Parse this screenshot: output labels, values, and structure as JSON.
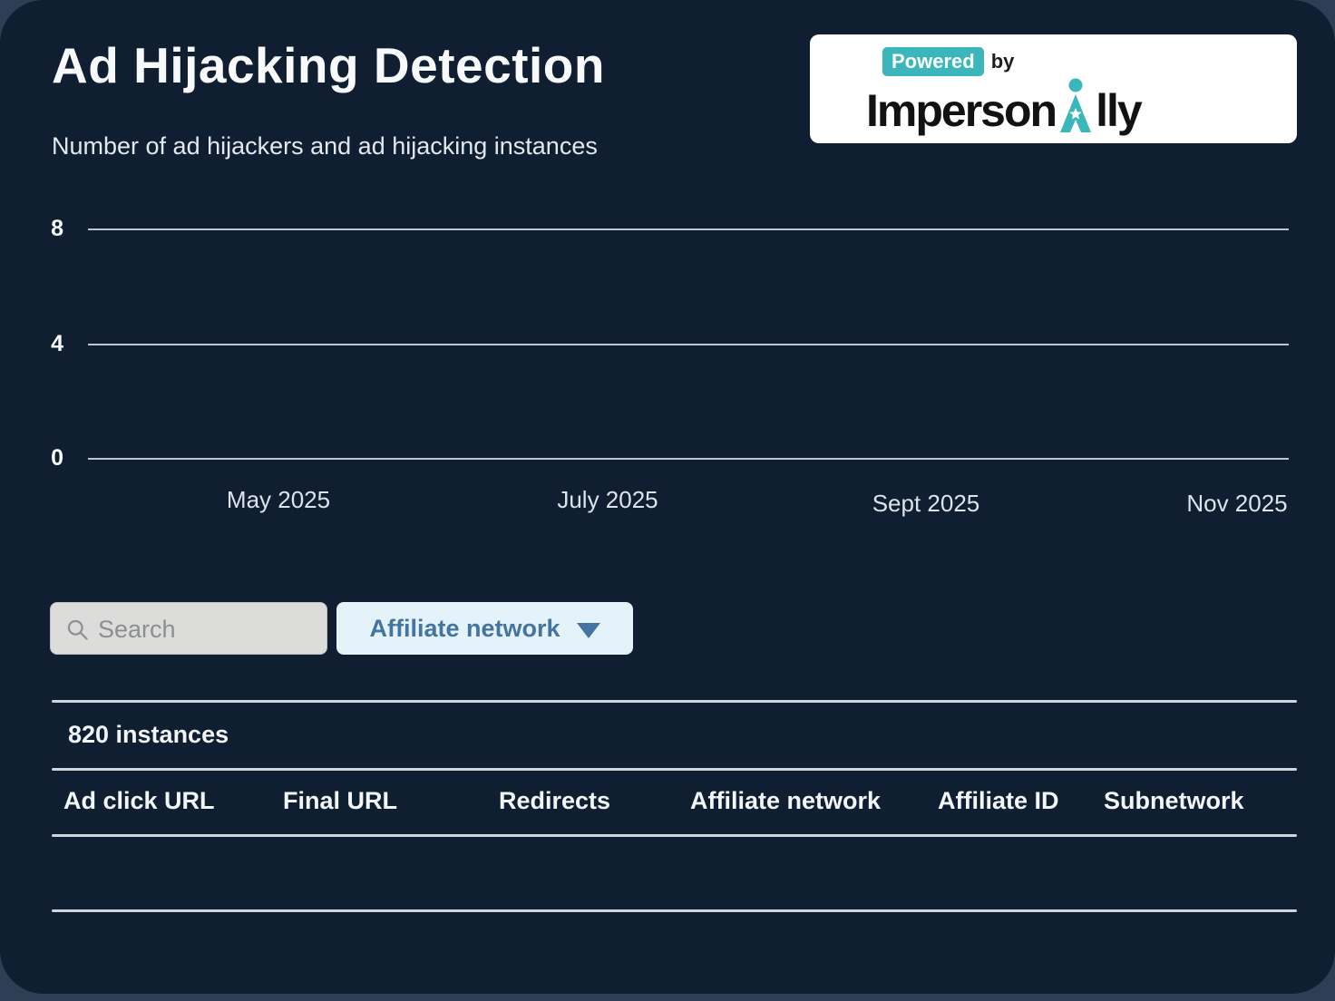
{
  "page": {
    "title": "Ad Hijacking Detection",
    "subtitle": "Number of ad hijackers and ad hijacking instances"
  },
  "logo": {
    "powered": "Powered",
    "by": "by",
    "brand_prefix": "Imperson",
    "brand_suffix": "lly",
    "a_icon": "teal person-shaped A with white star"
  },
  "chart_data": {
    "type": "line",
    "title": "Number of ad hijackers and ad hijacking instances",
    "series": [],
    "x_ticks": [
      "May 2025",
      "July 2025",
      "Sept 2025",
      "Nov 2025"
    ],
    "y_ticks": [
      "8",
      "4",
      "0"
    ],
    "ylim": [
      0,
      8
    ],
    "grid": "horizontal gridlines only",
    "legend": "none"
  },
  "filters": {
    "search_placeholder": "Search",
    "affiliate_dropdown_label": "Affiliate network"
  },
  "table": {
    "count_label": "820 instances",
    "columns": [
      "Ad click URL",
      "Final URL",
      "Redirects",
      "Affiliate network",
      "Affiliate ID",
      "Subnetwork"
    ],
    "rows": []
  },
  "colors": {
    "outer_background": "#2e3e54",
    "card_background": "#0f1e30",
    "gridline": "#c9cfd9",
    "teal_accent": "#3bb6ba",
    "dropdown_background": "#e4f3fa",
    "dropdown_text": "#44749f",
    "search_background": "#dcdcda",
    "search_placeholder_text": "#8b8f94",
    "logo_card_background": "#ffffff",
    "logo_text": "#121212"
  }
}
